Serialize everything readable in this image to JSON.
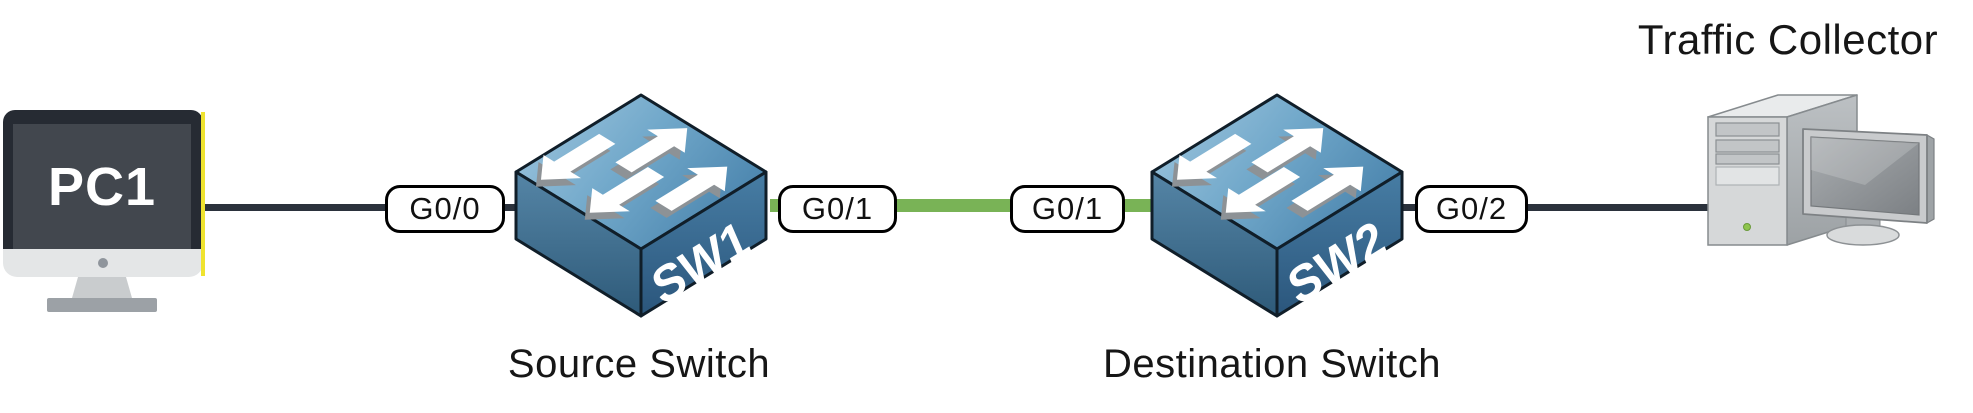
{
  "nodes": {
    "pc1": {
      "label": "PC1",
      "type": "desktop-computer"
    },
    "sw1": {
      "label": "SW1",
      "caption": "Source Switch",
      "type": "switch"
    },
    "sw2": {
      "label": "SW2",
      "caption": "Destination Switch",
      "type": "switch"
    },
    "collector": {
      "caption": "Traffic Collector",
      "type": "server-workstation"
    }
  },
  "ports": [
    {
      "label": "G0/0",
      "device": "SW1",
      "side": "left"
    },
    {
      "label": "G0/1",
      "device": "SW1",
      "side": "right"
    },
    {
      "label": "G0/1",
      "device": "SW2",
      "side": "left"
    },
    {
      "label": "G0/2",
      "device": "SW2",
      "side": "right"
    }
  ],
  "links": [
    {
      "from": "PC1",
      "to": "SW1 G0/0",
      "color": "#2b323c",
      "highlighted": false
    },
    {
      "from": "SW1 G0/1",
      "to": "SW2 G0/1",
      "color": "#79b356",
      "highlighted": true
    },
    {
      "from": "SW2 G0/2",
      "to": "Traffic Collector",
      "color": "#2b323c",
      "highlighted": false
    }
  ],
  "icons": {
    "switch": "cisco-switch-cube-4-arrows",
    "pc": "imac-style-monitor",
    "collector": "tower-pc-with-monitor"
  },
  "colors": {
    "link_dark": "#2b323c",
    "link_green": "#79b356",
    "switch_top_light": "#9fc6de",
    "switch_top_dark": "#4a84ad",
    "switch_front_dark": "#2e5a79",
    "switch_outline": "#101e29",
    "port_border": "#000000",
    "port_background": "#ffffff",
    "pc_frame": "#262b33",
    "pc_screen": "#42474e",
    "pc_highlight_edge": "#efe32f",
    "caption_text": "#161616"
  }
}
